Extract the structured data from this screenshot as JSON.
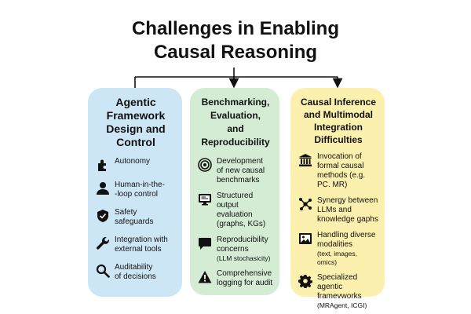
{
  "title": {
    "line1": "Challenges in Enabling",
    "line2": "Causal Reasoning"
  },
  "columns": [
    {
      "header": [
        "Agentic",
        "Framework",
        "Design and",
        "Control"
      ],
      "items": [
        {
          "icon": "puzzle-icon",
          "lines": [
            "Autonomy"
          ]
        },
        {
          "icon": "person-icon",
          "lines": [
            "Human-in-the-",
            "-loop control"
          ]
        },
        {
          "icon": "shield-icon",
          "lines": [
            "Safety",
            "safeguards"
          ]
        },
        {
          "icon": "wrench-icon",
          "lines": [
            "Integration with",
            "external tools"
          ]
        },
        {
          "icon": "magnifier-icon",
          "lines": [
            "Auditability",
            "of decisions"
          ]
        }
      ]
    },
    {
      "header": [
        "Benchmarking,",
        "Evaluation,",
        "and Reproducibility"
      ],
      "items": [
        {
          "icon": "target-icon",
          "lines": [
            "Development",
            "of new causal",
            "benchmarks"
          ]
        },
        {
          "icon": "monitor-icon",
          "lines": [
            "Structured",
            "output evaluation",
            "(graphs, KGs)"
          ]
        },
        {
          "icon": "chat-bubble-icon",
          "lines": [
            "Reproducibility",
            "concerns"
          ],
          "note": "(LLM stochasicity)"
        },
        {
          "icon": "warning-icon",
          "lines": [
            "Comprehensive",
            "logging for audit"
          ]
        }
      ]
    },
    {
      "header": [
        "Causal Inference",
        "and Multimodal",
        "Integration",
        "Difficulties"
      ],
      "items": [
        {
          "icon": "bank-icon",
          "lines": [
            "Invocation of",
            "formal causal",
            "methods (e.g.",
            "PC. MR)"
          ]
        },
        {
          "icon": "network-icon",
          "lines": [
            "Synergy between",
            "LLMs and",
            "knowledge gaphs"
          ]
        },
        {
          "icon": "image-icon",
          "lines": [
            "Handling diverse",
            "modalities"
          ],
          "note": "(text, images, omics)"
        },
        {
          "icon": "gear-icon",
          "lines": [
            "Specialized",
            "agentic",
            "framevworks"
          ],
          "note": "(MRAgent, ICGI)"
        }
      ]
    }
  ]
}
